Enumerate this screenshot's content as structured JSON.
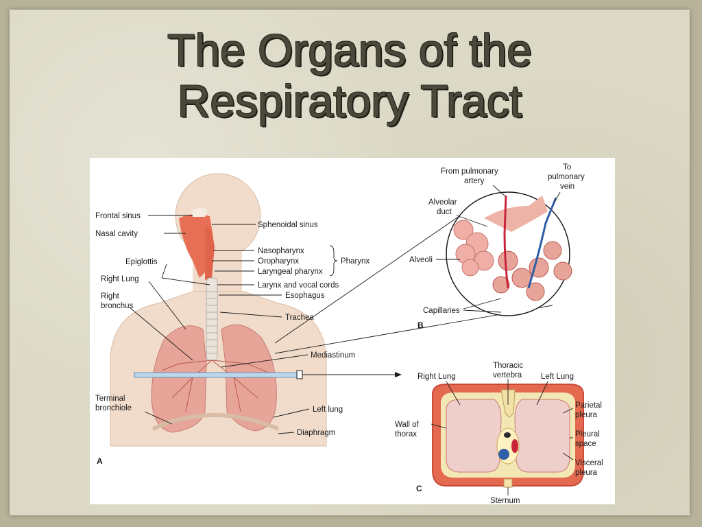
{
  "slide": {
    "title_line1": "The Organs of the",
    "title_line2": "Respiratory Tract"
  },
  "panel_a": {
    "letter": "A",
    "labels": {
      "frontal_sinus": "Frontal sinus",
      "nasal_cavity": "Nasal cavity",
      "epiglottis": "Epiglottis",
      "right_lung": "Right Lung",
      "right_bronchus_1": "Right",
      "right_bronchus_2": "bronchus",
      "terminal_bronchiole_1": "Terminal",
      "terminal_bronchiole_2": "bronchiole",
      "sphenoidal_sinus": "Sphenoidal sinus",
      "nasopharynx": "Nasopharynx",
      "oropharynx": "Oropharynx",
      "laryngeal_pharynx": "Laryngeal pharynx",
      "pharynx": "Pharynx",
      "larynx_vocal_cords": "Larynx and vocal cords",
      "esophagus": "Esophagus",
      "trachea": "Trachea",
      "mediastinum": "Mediastinum",
      "left_lung": "Left lung",
      "diaphragm": "Diaphragm"
    }
  },
  "panel_b": {
    "letter": "B",
    "labels": {
      "from_pulmonary_1": "From pulmonary",
      "from_pulmonary_2": "artery",
      "to_pulmonary_1": "To",
      "to_pulmonary_2": "pulmonary",
      "to_pulmonary_3": "vein",
      "alveolar_duct_1": "Alveolar",
      "alveolar_duct_2": "duct",
      "alveoli": "Alveoli",
      "capillaries": "Capillaries"
    }
  },
  "panel_c": {
    "letter": "C",
    "labels": {
      "right_lung": "Right Lung",
      "thoracic_vertebra_1": "Thoracic",
      "thoracic_vertebra_2": "vertebra",
      "left_lung": "Left Lung",
      "parietal_pleura_1": "Parietal",
      "parietal_pleura_2": "pleura",
      "wall_of_thorax_1": "Wall of",
      "wall_of_thorax_2": "thorax",
      "pleural_space_1": "Pleural",
      "pleural_space_2": "space",
      "visceral_pleura_1": "Visceral",
      "visceral_pleura_2": "pleura",
      "sternum": "Sternum"
    }
  },
  "colors": {
    "background": "#b7b39a",
    "slide": "#dcd9c6",
    "title": "#4a4a3c",
    "skin": "#f1dccb",
    "lung": "#e7a59a",
    "airway": "#e76f55",
    "artery": "#c9253a",
    "vein": "#2f5ea8"
  }
}
